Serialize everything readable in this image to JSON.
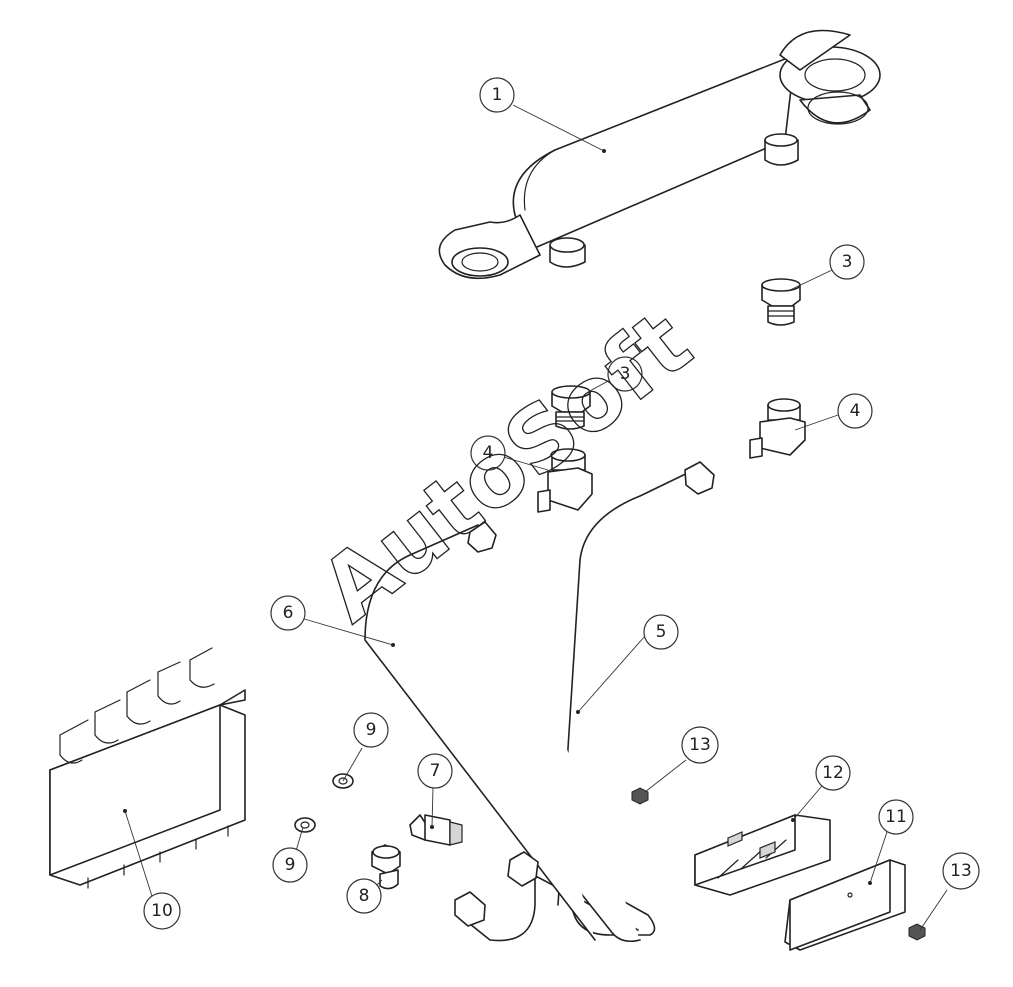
{
  "watermark": "AutoSoft",
  "callouts": [
    {
      "id": "c1",
      "label": "1"
    },
    {
      "id": "c3a",
      "label": "3"
    },
    {
      "id": "c3b",
      "label": "3"
    },
    {
      "id": "c4a",
      "label": "4"
    },
    {
      "id": "c4b",
      "label": "4"
    },
    {
      "id": "c5",
      "label": "5"
    },
    {
      "id": "c6",
      "label": "6"
    },
    {
      "id": "c7",
      "label": "7"
    },
    {
      "id": "c8",
      "label": "8"
    },
    {
      "id": "c9a",
      "label": "9"
    },
    {
      "id": "c9b",
      "label": "9"
    },
    {
      "id": "c10",
      "label": "10"
    },
    {
      "id": "c11",
      "label": "11"
    },
    {
      "id": "c12",
      "label": "12"
    },
    {
      "id": "c13a",
      "label": "13"
    },
    {
      "id": "c13b",
      "label": "13"
    }
  ]
}
